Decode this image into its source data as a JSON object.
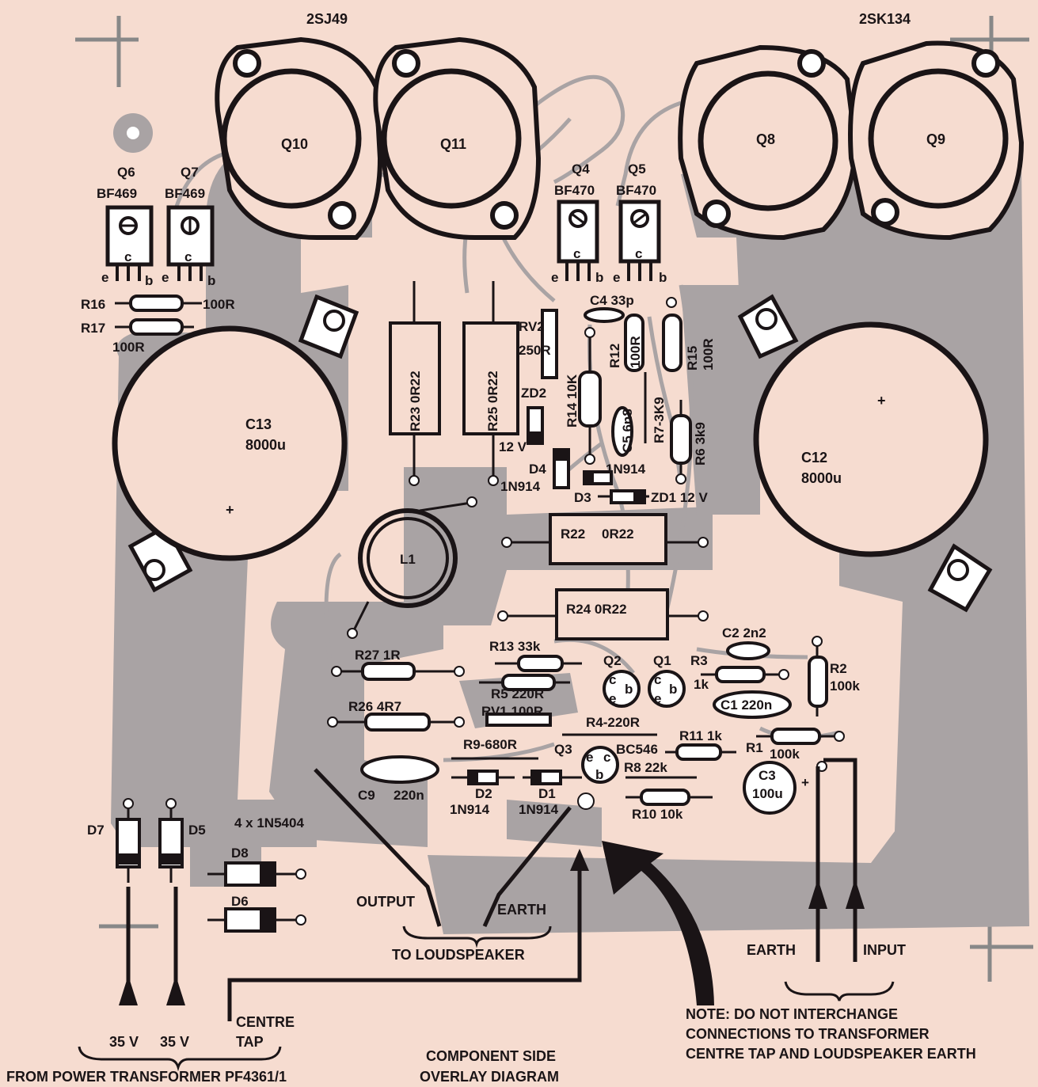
{
  "colors": {
    "paper": "#f6dcd0",
    "trace": "#a9a3a4",
    "ink": "#1a1416",
    "pad": "#ffffff"
  },
  "top_labels": {
    "p_channel": "2SJ49",
    "n_channel": "2SK134"
  },
  "power_transistors": {
    "q10": "Q10",
    "q11": "Q11",
    "q8": "Q8",
    "q9": "Q9"
  },
  "drivers": {
    "q6": {
      "ref": "Q6",
      "type": "BF469"
    },
    "q7": {
      "ref": "Q7",
      "type": "BF469"
    },
    "q4": {
      "ref": "Q4",
      "type": "BF470"
    },
    "q5": {
      "ref": "Q5",
      "type": "BF470"
    }
  },
  "pins": {
    "c": "c",
    "e": "e",
    "b": "b"
  },
  "resistors": {
    "r16": "R16",
    "r16_val": "100R",
    "r17": "R17",
    "r17_val": "100R",
    "r23": "R23 0R22",
    "r25": "R25  0R22",
    "rv2": "RV2",
    "rv2_val": "250R",
    "r14": "R14 10K",
    "r12": "R12",
    "r12_val": "100R",
    "r15": "R15",
    "r15_val": "100R",
    "r7": "R7-3K9",
    "r6": "R6 3k9",
    "r22": "R22",
    "r22_val": "0R22",
    "r24": "R24 0R22",
    "r13": "R13  33k",
    "r27": "R27  1R",
    "r26": "R26   4R7",
    "r5": "R5 220R",
    "rv1": "RV1 100R",
    "r4": "R4-220R",
    "r9": "R9-680R",
    "r3": "R3",
    "r3_val": "1k",
    "r2": "R2",
    "r2_val": "100k",
    "r1": "R1",
    "r1_val": "100k",
    "r11": "R11 1k",
    "r8": "R8 22k",
    "r10": "R10 10k"
  },
  "capacitors": {
    "c13": "C13",
    "c13_val": "8000u",
    "c12": "C12",
    "c12_val": "8000u",
    "c4": "C4 33p",
    "c5": "C5 6n8",
    "c2": "C2 2n2",
    "c1": "C1 220n",
    "c3": "C3",
    "c3_val": "100u",
    "c9": "C9",
    "c9_val": "220n",
    "plus": "+"
  },
  "diodes": {
    "zd2": "ZD2",
    "zd2_val": "12 V",
    "d4": "D4",
    "d4_val": "1N914",
    "d3": "D3",
    "d3_val": "1N914",
    "zd1": "ZD1 12 V",
    "d2": "D2",
    "d2_val": "1N914",
    "d1": "D1",
    "d1_val": "1N914",
    "d7": "D7",
    "d5": "D5",
    "d8": "D8",
    "d6": "D6",
    "rectifiers": "4 x 1N5404"
  },
  "small_transistors": {
    "q1": "Q1",
    "q2": "Q2",
    "q3": "Q3",
    "q3_type": "BC546"
  },
  "inductor": "L1",
  "connections": {
    "output": "OUTPUT",
    "earth_spk": "EARTH",
    "to_loudspeaker": "TO LOUDSPEAKER",
    "earth_in": "EARTH",
    "input": "INPUT",
    "v1": "35 V",
    "v2": "35 V",
    "centre": "CENTRE",
    "tap": "TAP",
    "from_transformer": "FROM POWER  TRANSFORMER PF4361/1"
  },
  "footer": {
    "caption_1": "COMPONENT SIDE",
    "caption_2": "OVERLAY DIAGRAM",
    "note_1": "NOTE: DO NOT INTERCHANGE",
    "note_2": "CONNECTIONS TO TRANSFORMER",
    "note_3": "CENTRE TAP AND LOUDSPEAKER EARTH"
  }
}
